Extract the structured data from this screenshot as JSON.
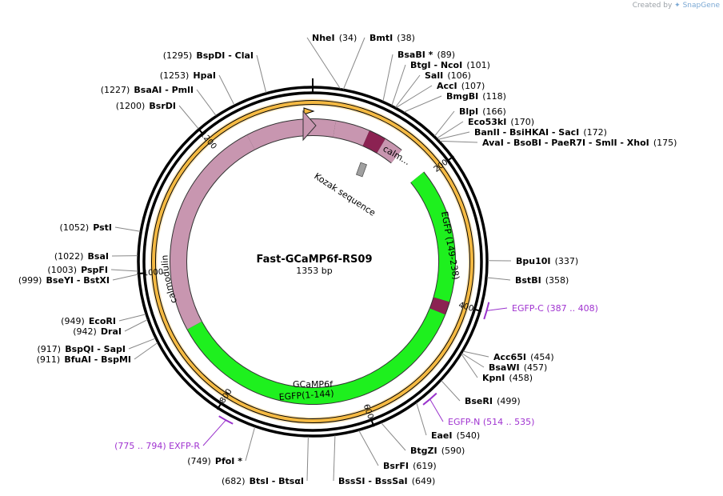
{
  "credit": {
    "prefix": "Created by",
    "brand": "SnapGene"
  },
  "plasmid": {
    "name": "Fast-GCaMP6f-RS09",
    "length": "1353 bp"
  },
  "colors": {
    "backbone": "#000000",
    "orf": "#f4b942",
    "calmodulin": "#c896b0",
    "egfp": "#1ef01e",
    "m13": "#8b2252",
    "primer": "#9932cc",
    "kozak": "#a0a0a0"
  },
  "ticks": [
    "200",
    "400",
    "600",
    "800",
    "1000",
    "1200"
  ],
  "features": {
    "kozak": "Kozak sequence",
    "calm_short": "calm...",
    "calmodulin": "calmodulin",
    "egfp_c": "EGFP (149-238)",
    "egfp_n": "EGFP(1-144)",
    "orf": "GCaMP6f"
  },
  "sites": [
    {
      "name": "NheI",
      "pos": "(34)"
    },
    {
      "name": "BmtI",
      "pos": "(38)"
    },
    {
      "name": "BsaBI *",
      "pos": "(89)"
    },
    {
      "name": "BtgI  -  NcoI",
      "pos": "(101)"
    },
    {
      "name": "SalI",
      "pos": "(106)"
    },
    {
      "name": "AccI",
      "pos": "(107)"
    },
    {
      "name": "BmgBI",
      "pos": "(118)"
    },
    {
      "name": "BlpI",
      "pos": "(166)"
    },
    {
      "name": "Eco53kI",
      "pos": "(170)"
    },
    {
      "name": "BanII  -  BsiHKAI  -  SacI",
      "pos": "(172)"
    },
    {
      "name": "AvaI  -  BsoBI  -  PaeR7I  -  SmlI  -  XhoI",
      "pos": "(175)"
    },
    {
      "name": "Bpu10I",
      "pos": "(337)"
    },
    {
      "name": "BstBI",
      "pos": "(358)"
    },
    {
      "name": "Acc65I",
      "pos": "(454)"
    },
    {
      "name": "BsaWI",
      "pos": "(457)"
    },
    {
      "name": "KpnI",
      "pos": "(458)"
    },
    {
      "name": "BseRI",
      "pos": "(499)"
    },
    {
      "name": "EaeI",
      "pos": "(540)"
    },
    {
      "name": "BtgZI",
      "pos": "(590)"
    },
    {
      "name": "BsrFI",
      "pos": "(619)"
    },
    {
      "name": "BssSI  -  BssSaI",
      "pos": "(649)"
    },
    {
      "name": "BtsI  -  BtsαI",
      "pos": "(682)"
    },
    {
      "name": "PfoI *",
      "pos": "(749)"
    },
    {
      "name": "BspQI  -  SapI",
      "pos": "(917)"
    },
    {
      "name": "BfuAI  -  BspMI",
      "pos": "(911)"
    },
    {
      "name": "DraI",
      "pos": "(942)"
    },
    {
      "name": "EcoRI",
      "pos": "(949)"
    },
    {
      "name": "BseYI  -  BstXI",
      "pos": "(999)"
    },
    {
      "name": "PspFI",
      "pos": "(1003)"
    },
    {
      "name": "BsaI",
      "pos": "(1022)"
    },
    {
      "name": "PstI",
      "pos": "(1052)"
    },
    {
      "name": "BsrDI",
      "pos": "(1200)"
    },
    {
      "name": "BsaAI  -  PmlI",
      "pos": "(1227)"
    },
    {
      "name": "HpaI",
      "pos": "(1253)"
    },
    {
      "name": "BspDI  -  ClaI",
      "pos": "(1295)"
    }
  ],
  "primers": [
    {
      "name": "EGFP-C",
      "range": "(387 .. 408)"
    },
    {
      "name": "EGFP-N",
      "range": "(514 .. 535)"
    },
    {
      "name": "EXFP-R",
      "range": "(775 .. 794)"
    }
  ]
}
